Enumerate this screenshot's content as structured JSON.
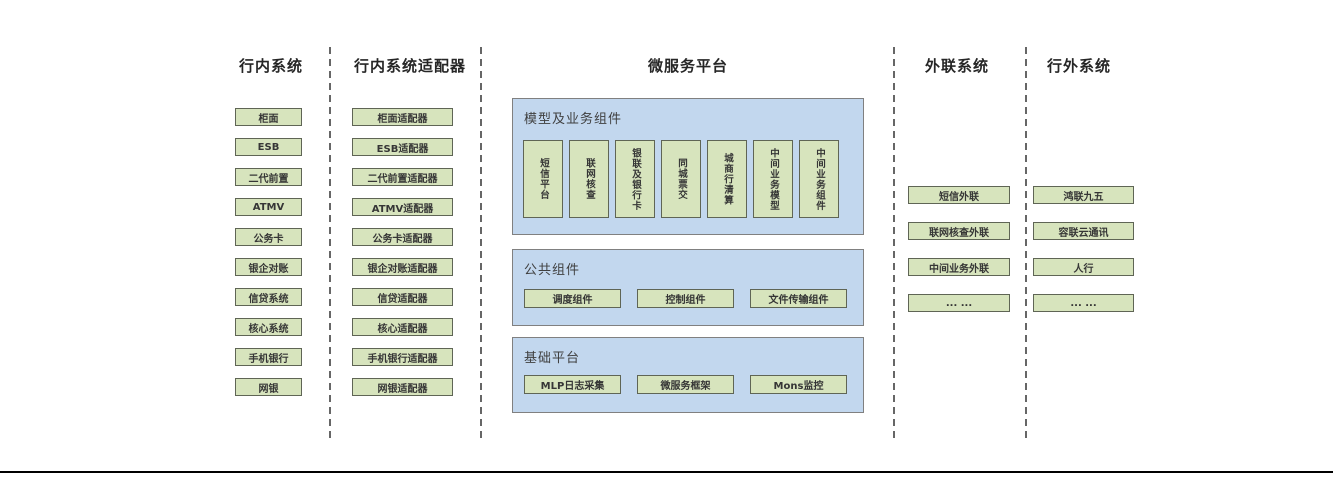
{
  "colors": {
    "box_green": "#d7e4bd",
    "box_border": "#5f6555",
    "panel_blue": "#c2d7ee",
    "panel_border": "#808080",
    "divider_gray": "#666666",
    "baseline_black": "#000000",
    "text_dark": "#363636"
  },
  "columns": [
    {
      "title": "行内系统",
      "items": [
        "柜面",
        "ESB",
        "二代前置",
        "ATMV",
        "公务卡",
        "银企对账",
        "信贷系统",
        "核心系统",
        "手机银行",
        "网银"
      ]
    },
    {
      "title": "行内系统适配器",
      "items": [
        "柜面适配器",
        "ESB适配器",
        "二代前置适配器",
        "ATMV适配器",
        "公务卡适配器",
        "银企对账适配器",
        "信贷适配器",
        "核心适配器",
        "手机银行适配器",
        "网银适配器"
      ]
    },
    {
      "title": "微服务平台",
      "panels": [
        {
          "title": "模型及业务组件",
          "items": [
            "短信平台",
            "联网核查",
            "银联及银行卡",
            "同城票交",
            "城商行清算",
            "中间业务模型",
            "中间业务组件"
          ]
        },
        {
          "title": "公共组件",
          "items": [
            "调度组件",
            "控制组件",
            "文件传输组件"
          ]
        },
        {
          "title": "基础平台",
          "items": [
            "MLP日志采集",
            "微服务框架",
            "Mons监控"
          ]
        }
      ]
    },
    {
      "title": "外联系统",
      "items": [
        "短信外联",
        "联网核查外联",
        "中间业务外联",
        "... ..."
      ]
    },
    {
      "title": "行外系统",
      "items": [
        "鸿联九五",
        "容联云通讯",
        "人行",
        "... ..."
      ]
    }
  ]
}
